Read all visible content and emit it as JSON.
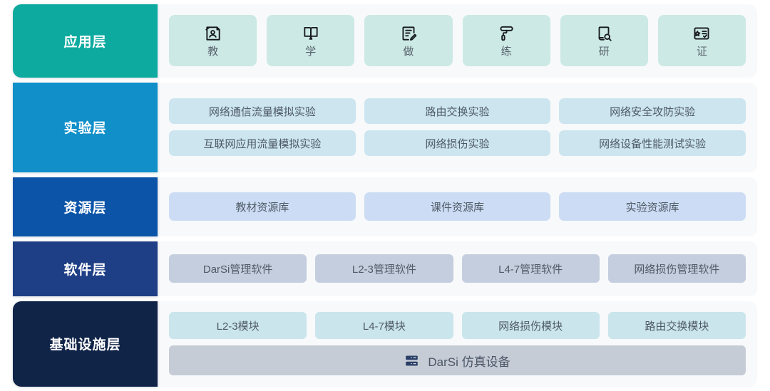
{
  "colors": {
    "app_layer": "#0daaa0",
    "experiment_layer": "#108fc9",
    "resource_layer": "#0b54a8",
    "software_layer": "#1e3f86",
    "infrastructure_layer": "#102448",
    "app_card": "#cce9e5",
    "experiment_card": "#cce5ee",
    "resource_card": "#ccdcf4",
    "software_card": "#c5cede",
    "infrastructure_card": "#cbe5ec",
    "device_bar": "#c6ccd6",
    "panel_bg": "#f7f9fb"
  },
  "layers": {
    "application": {
      "label": "应用层",
      "tiles": [
        {
          "label": "教",
          "icon": "teach-icon"
        },
        {
          "label": "学",
          "icon": "open-book-icon"
        },
        {
          "label": "做",
          "icon": "write-document-icon"
        },
        {
          "label": "练",
          "icon": "paint-roller-icon"
        },
        {
          "label": "研",
          "icon": "document-search-icon"
        },
        {
          "label": "证",
          "icon": "certificate-icon"
        }
      ]
    },
    "experiment": {
      "label": "实验层",
      "row1": [
        "网络通信流量模拟实验",
        "路由交换实验",
        "网络安全攻防实验"
      ],
      "row2": [
        "互联网应用流量模拟实验",
        "网络损伤实验",
        "网络设备性能测试实验"
      ]
    },
    "resource": {
      "label": "资源层",
      "cards": [
        "教材资源库",
        "课件资源库",
        "实验资源库"
      ]
    },
    "software": {
      "label": "软件层",
      "cards": [
        "DarSi管理软件",
        "L2-3管理软件",
        "L4-7管理软件",
        "网络损伤管理软件"
      ]
    },
    "infrastructure": {
      "label": "基础设施层",
      "cards": [
        "L2-3模块",
        "L4-7模块",
        "网络损伤模块",
        "路由交换模块"
      ],
      "device_bar": {
        "label": "DarSi 仿真设备",
        "icon": "server-rack-icon"
      }
    }
  }
}
